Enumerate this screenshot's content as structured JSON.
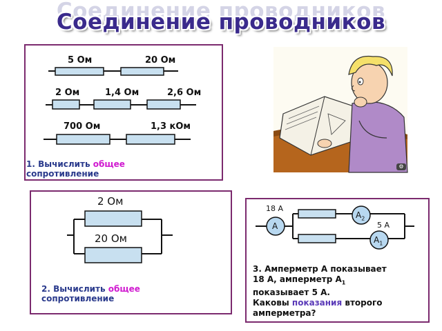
{
  "title": "Соединение проводников",
  "panel1": {
    "row1": {
      "r1": "5 Ом",
      "r2": "20 Ом"
    },
    "row2": {
      "r1": "2 Ом",
      "r2": "1,4 Ом",
      "r3": "2,6 Ом"
    },
    "row3": {
      "r1": "700 Ом",
      "r2": "1,3 кОм"
    },
    "task_prefix": "1. Вычислить ",
    "task_highlight": "общее",
    "task_suffix": "сопротивление"
  },
  "panel2": {
    "top_resistor": "2 Ом",
    "bottom_resistor": "20 Ом",
    "task_prefix": "2. Вычислить ",
    "task_highlight": "общее",
    "task_suffix": "сопротивление"
  },
  "panel3": {
    "current_main": "18 А",
    "current_branch": "5 А",
    "ammeter_main": "А",
    "ammeter_2": "А",
    "ammeter_2_sub": "2",
    "ammeter_1": "А",
    "ammeter_1_sub": "1",
    "line1": "3. Амперметр А показывает",
    "line2_a": "18 А, амперметр А",
    "line2_sub": "1",
    "line3": "показывает 5 А.",
    "line4_prefix": "Каковы ",
    "line4_highlight": "показания",
    "line4_suffix": " второго",
    "line5": "амперметра?"
  },
  "colors": {
    "title": "#3a2a8c",
    "panel_border": "#7b2a6e",
    "resistor_fill": "#c8e0f0",
    "highlight": "#d01ad0",
    "task_text": "#2a3a8c",
    "ammeter_fill": "#b8d8f0"
  },
  "illustration": "student-reading-book-icon"
}
